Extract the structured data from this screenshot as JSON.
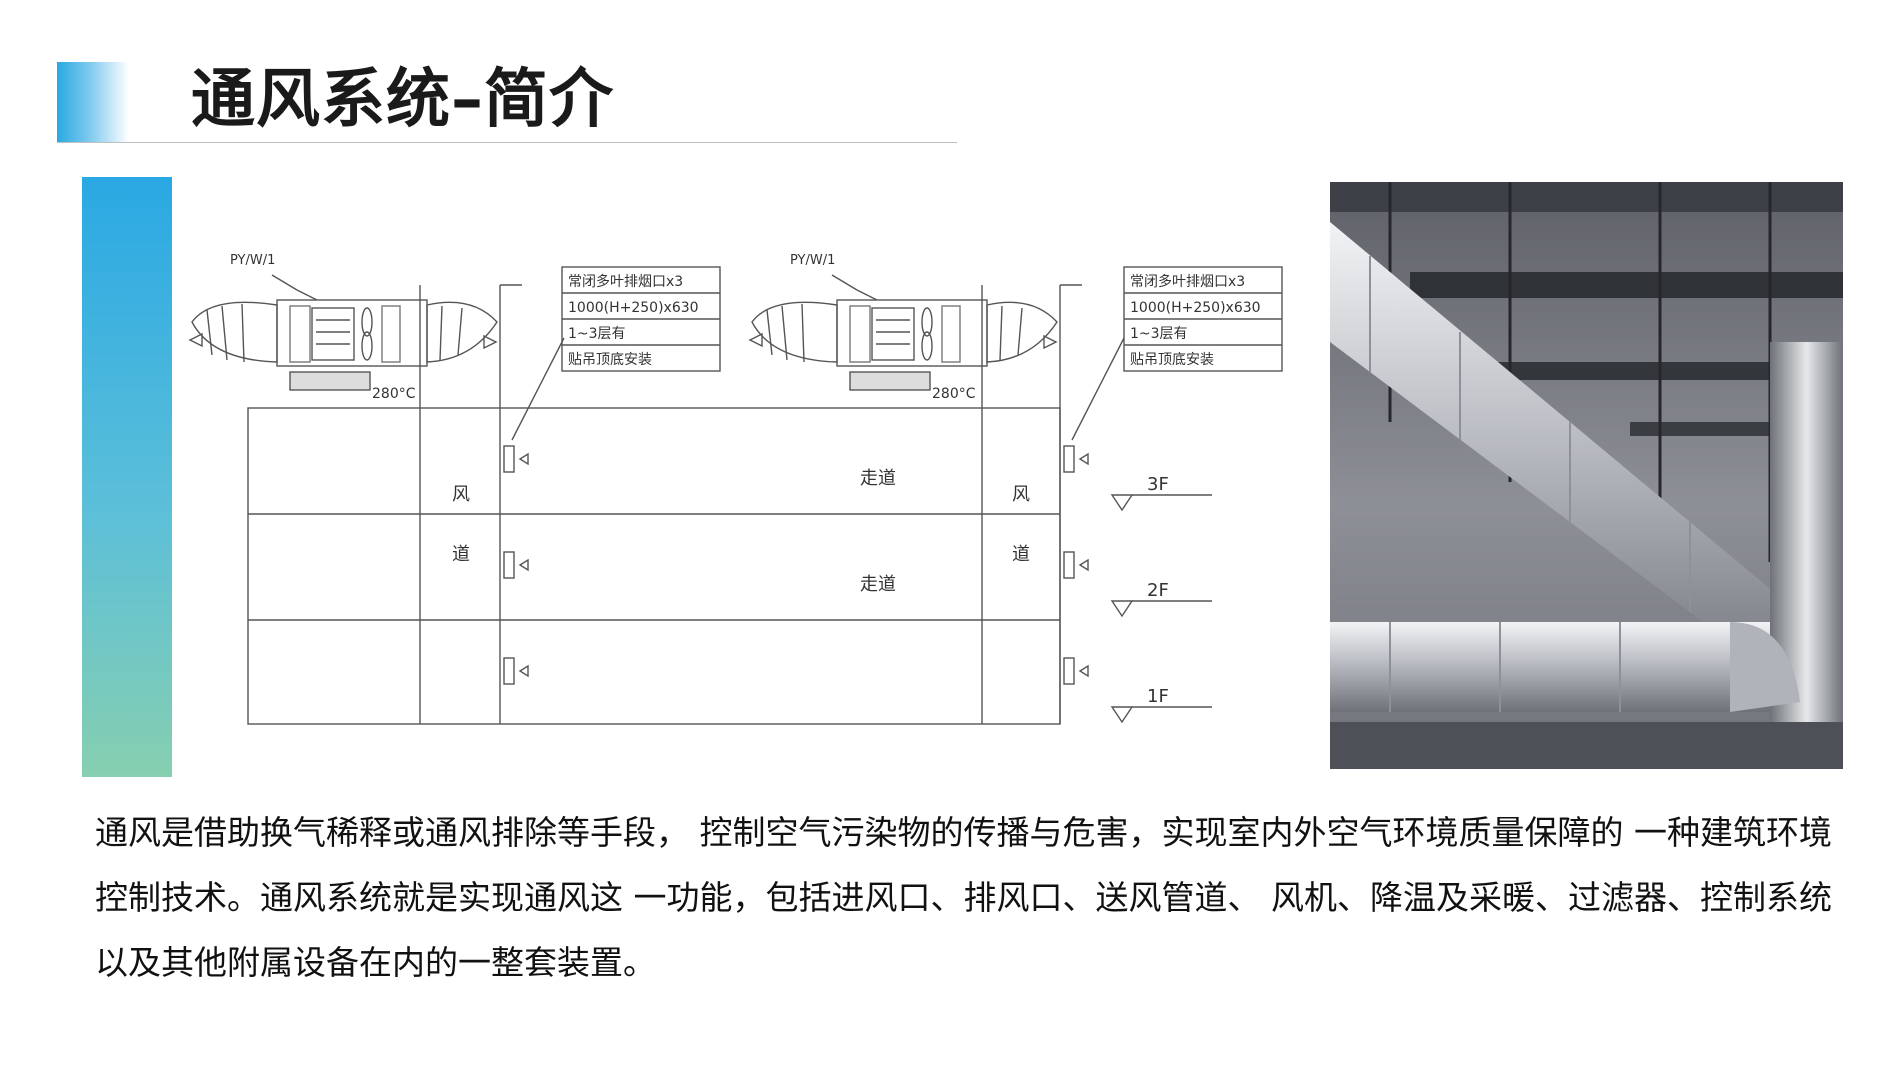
{
  "slide": {
    "title": "通风系统–简介",
    "body_text": "通风是借助换气稀释或通风排除等手段， 控制空气污染物的传播与危害，实现室内外空气环境质量保障的 一种建筑环境控制技术。通风系统就是实现通风这 一功能，包括进风口、排风口、送风管道、 风机、降温及采暖、过滤器、控制系统以及其他附属设备在内的一整套装置。"
  },
  "diagram": {
    "fan_tag": "PY/W/1",
    "fan_temp": "280°C",
    "note_lines": [
      "常闭多叶排烟口x3",
      "1000(H+250)x630",
      "1~3层有",
      "贴吊顶底安装"
    ],
    "shaft_chars": [
      "风",
      "道"
    ],
    "corridor_label": "走道",
    "floors": [
      "3F",
      "2F",
      "1F"
    ]
  },
  "photo": {
    "icon": "duct-photo"
  },
  "colors": {
    "accent_blue": "#29a9e1",
    "accent_green": "#86cfb0",
    "text": "#111111"
  }
}
